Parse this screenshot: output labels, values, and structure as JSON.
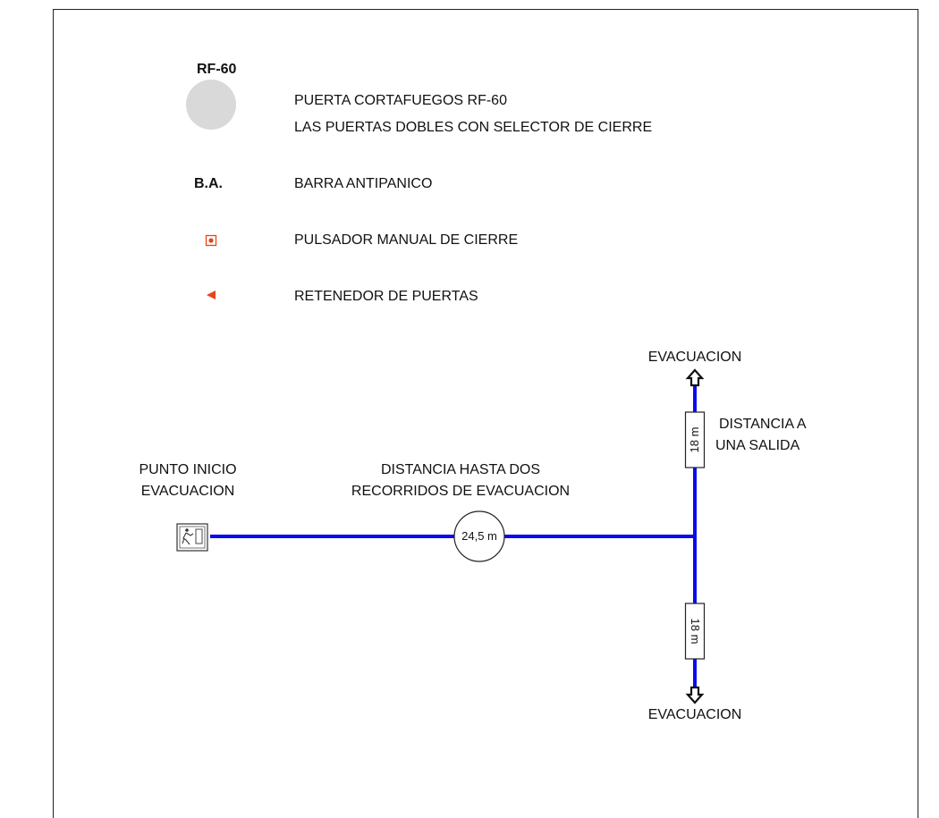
{
  "legend": {
    "fire_door": {
      "symbol_label": "RF-60",
      "line1": "PUERTA CORTAFUEGOS RF-60",
      "line2": "LAS PUERTAS DOBLES CON SELECTOR DE CIERRE",
      "color": "#d9d9d9"
    },
    "panic_bar": {
      "symbol_label": "B.A.",
      "text": "BARRA ANTIPANICO"
    },
    "manual_button": {
      "text": "PULSADOR MANUAL DE CIERRE",
      "color": "#e8431a"
    },
    "door_retainer": {
      "text": "RETENEDOR DE PUERTAS",
      "color": "#e8431a"
    }
  },
  "diagram": {
    "start_label_line1": "PUNTO INICIO",
    "start_label_line2": "EVACUACION",
    "two_routes_line1": "DISTANCIA HASTA DOS",
    "two_routes_line2": "RECORRIDOS DE EVACUACION",
    "two_routes_value": "24,5 m",
    "one_exit_line1": "DISTANCIA A",
    "one_exit_line2": "UNA SALIDA",
    "top_segment_value": "18 m",
    "bottom_segment_value": "18 m",
    "exit_top_label": "EVACUACION",
    "exit_bottom_label": "EVACUACION",
    "route_color": "#0a0af0",
    "start_icon": "running-man-exit-icon"
  }
}
